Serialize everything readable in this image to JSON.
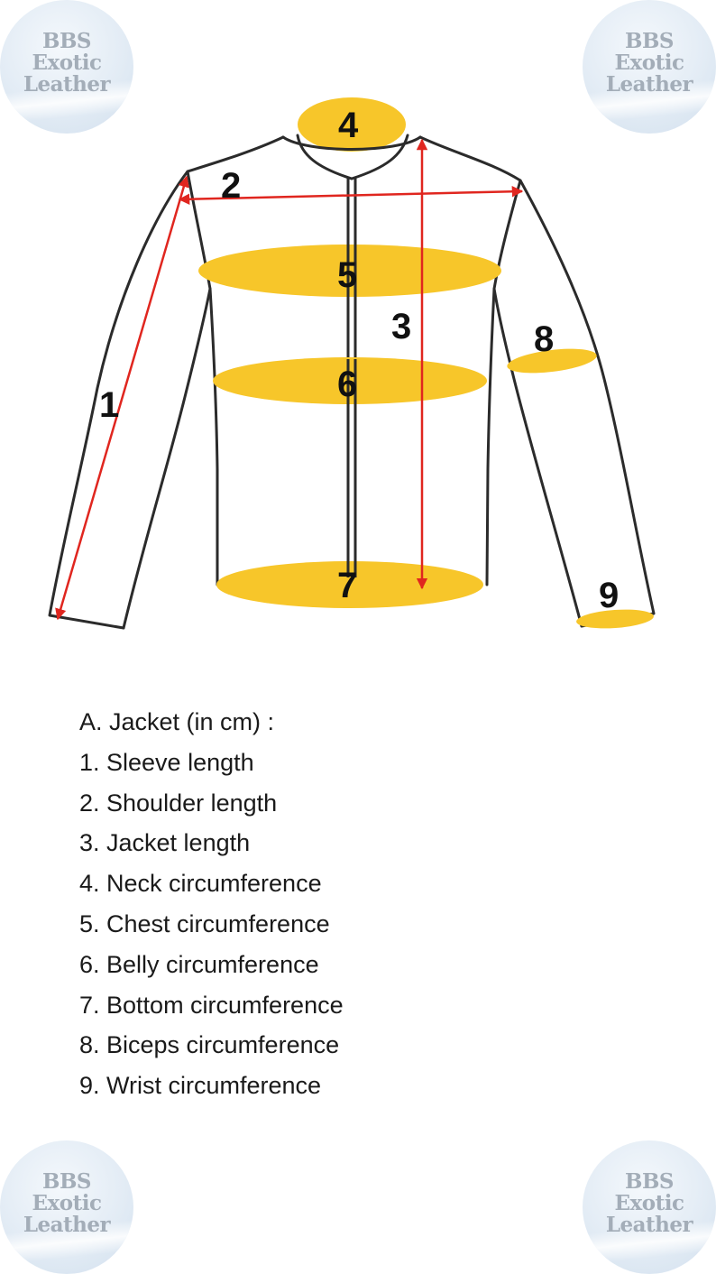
{
  "watermark": {
    "line1": "BBS",
    "line2": "Exotic",
    "line3": "Leather"
  },
  "markers": {
    "m1": "1",
    "m2": "2",
    "m3": "3",
    "m4": "4",
    "m5": "5",
    "m6": "6",
    "m7": "7",
    "m8": "8",
    "m9": "9"
  },
  "colors": {
    "highlight": "#f7c62a",
    "arrow": "#e0261f",
    "outline": "#2b2b2b"
  },
  "legend": {
    "title": "A. Jacket (in cm) :",
    "items": [
      "1. Sleeve length",
      "2. Shoulder length",
      "3. Jacket length",
      "4. Neck circumference",
      "5. Chest circumference",
      "6. Belly circumference",
      "7. Bottom circumference",
      "8. Biceps circumference",
      "9. Wrist circumference"
    ]
  }
}
